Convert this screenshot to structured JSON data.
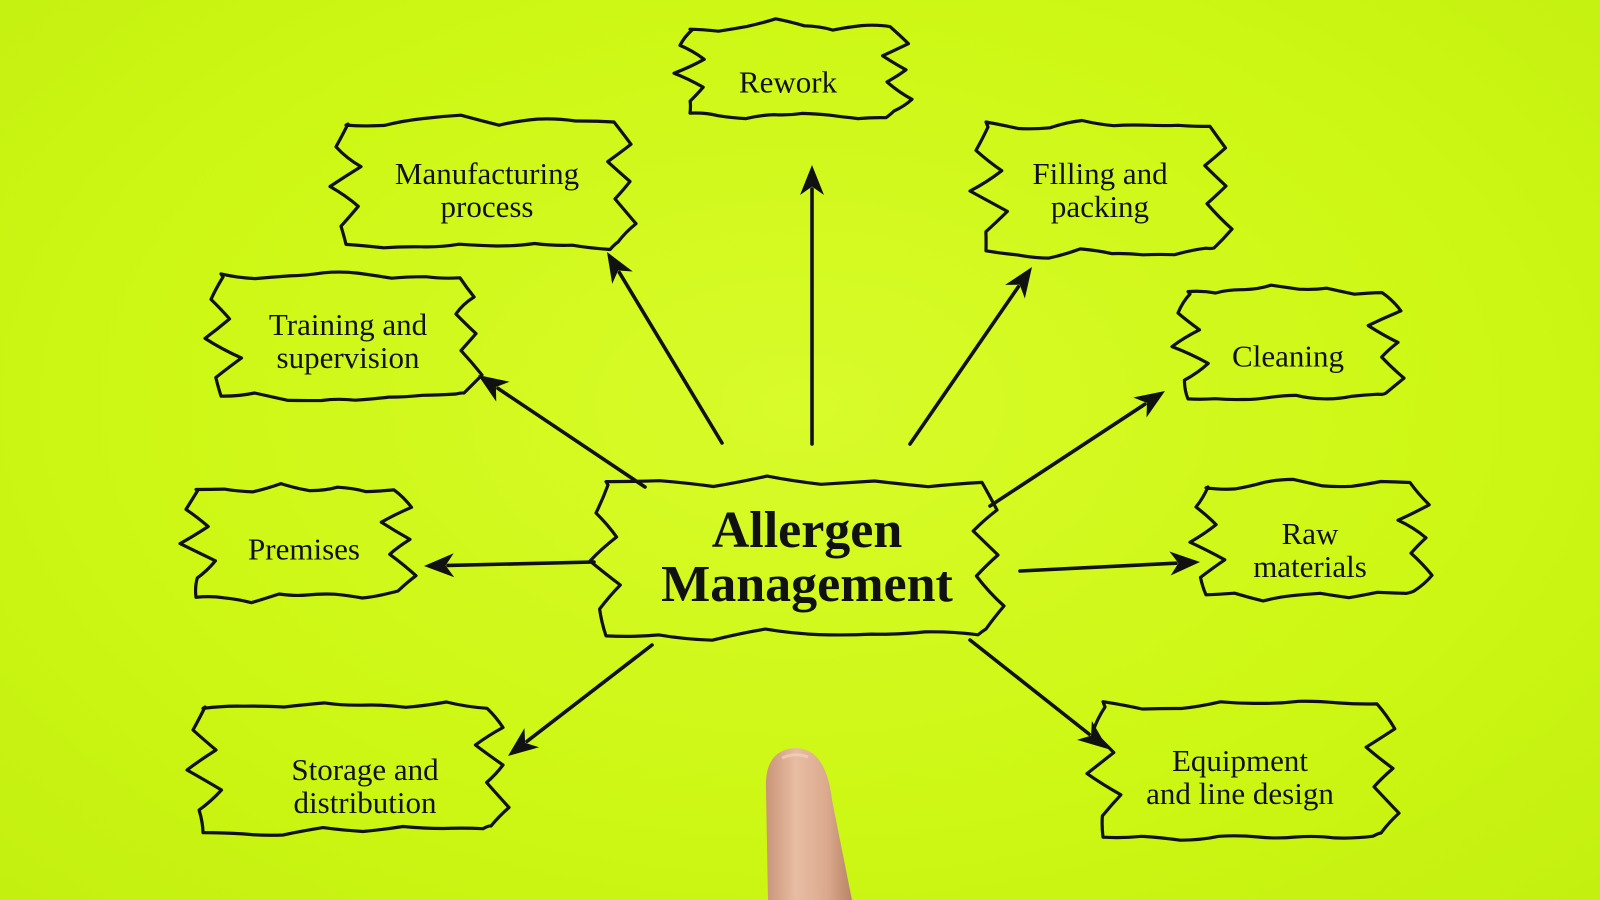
{
  "diagram": {
    "center": {
      "id": "center",
      "label": "Allergen\nManagement"
    },
    "nodes": [
      {
        "id": "rework",
        "label": "Rework"
      },
      {
        "id": "manufacturing",
        "label": "Manufacturing\nprocess"
      },
      {
        "id": "filling",
        "label": "Filling and\npacking"
      },
      {
        "id": "training",
        "label": "Training and\nsupervision"
      },
      {
        "id": "cleaning",
        "label": "Cleaning"
      },
      {
        "id": "premises",
        "label": "Premises"
      },
      {
        "id": "raw",
        "label": "Raw\nmaterials"
      },
      {
        "id": "storage",
        "label": "Storage and\ndistribution"
      },
      {
        "id": "equipment",
        "label": "Equipment\nand line design"
      }
    ],
    "edges": [
      {
        "from": "center",
        "to": "rework"
      },
      {
        "from": "center",
        "to": "manufacturing"
      },
      {
        "from": "center",
        "to": "filling"
      },
      {
        "from": "center",
        "to": "training"
      },
      {
        "from": "center",
        "to": "cleaning"
      },
      {
        "from": "center",
        "to": "premises"
      },
      {
        "from": "center",
        "to": "raw"
      },
      {
        "from": "center",
        "to": "storage"
      },
      {
        "from": "center",
        "to": "equipment"
      }
    ]
  },
  "style": {
    "background": "#cdf714",
    "ink": "#111111",
    "skin": "#e2b59a"
  }
}
